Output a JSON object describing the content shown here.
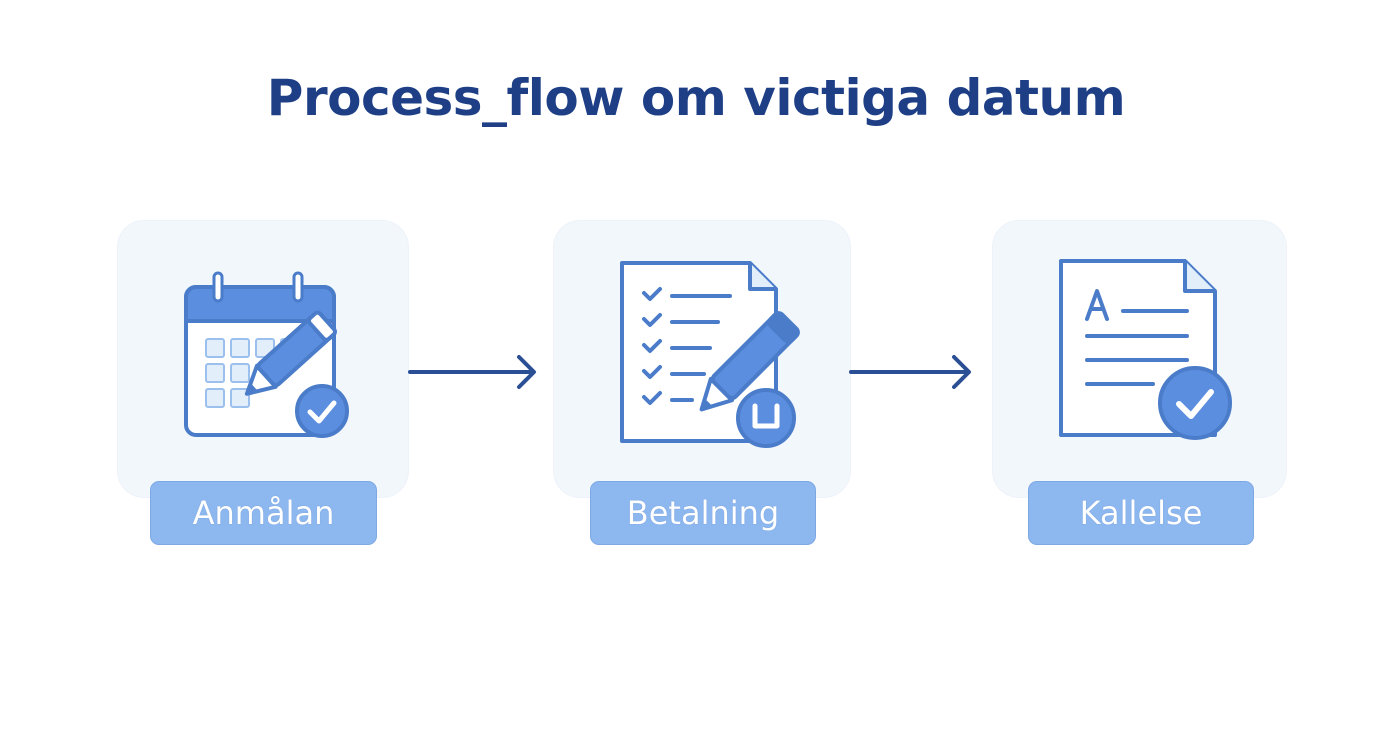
{
  "diagram": {
    "title": "Process_flow om victiga datum",
    "steps": [
      {
        "label": "Anmålan",
        "icon": "calendar-pencil-check-icon"
      },
      {
        "label": "Betalning",
        "icon": "checklist-pencil-icon"
      },
      {
        "label": "Kallelse",
        "icon": "document-check-icon"
      }
    ],
    "colors": {
      "title": "#1e3f86",
      "icon_stroke": "#4a7cc9",
      "icon_fill": "#5c8ee0",
      "card_bg": "#f2f7fc",
      "label_bg": "#8db7ef",
      "arrow": "#2a4f94"
    }
  }
}
